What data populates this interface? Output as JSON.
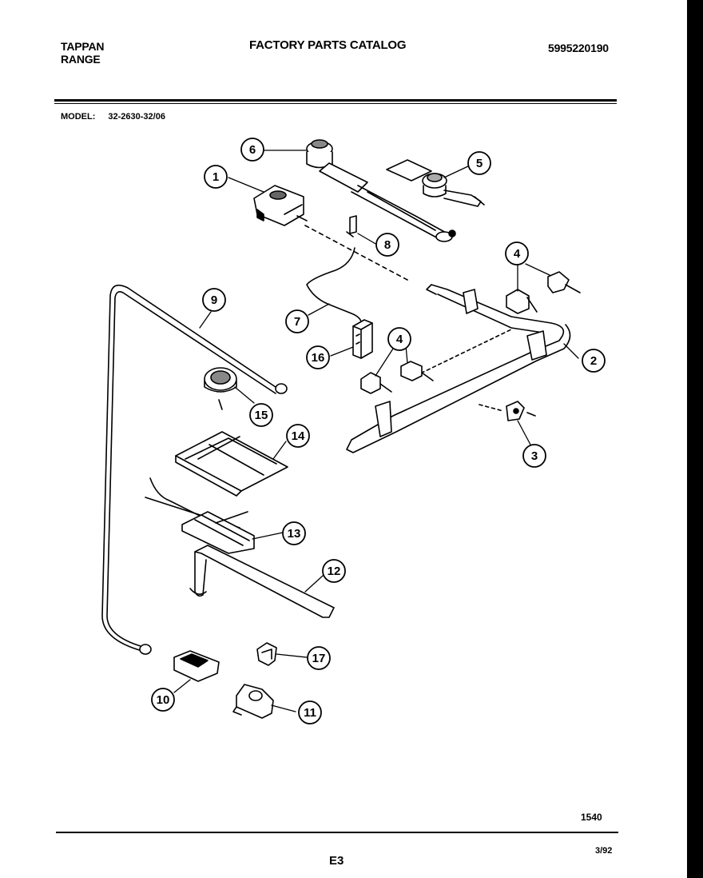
{
  "header": {
    "brand_line1": "TAPPAN",
    "brand_line2": "RANGE",
    "title": "FACTORY PARTS CATALOG",
    "catalog_number": "5995220190"
  },
  "model": {
    "label": "MODEL:",
    "value": "32-2630-32/06"
  },
  "footer": {
    "figure_number": "1540",
    "page": "E3",
    "date": "3/92"
  },
  "callouts": [
    {
      "id": "c1",
      "label": "1"
    },
    {
      "id": "c2",
      "label": "2"
    },
    {
      "id": "c3",
      "label": "3"
    },
    {
      "id": "c4a",
      "label": "4"
    },
    {
      "id": "c4b",
      "label": "4"
    },
    {
      "id": "c5",
      "label": "5"
    },
    {
      "id": "c6",
      "label": "6"
    },
    {
      "id": "c7",
      "label": "7"
    },
    {
      "id": "c8",
      "label": "8"
    },
    {
      "id": "c9",
      "label": "9"
    },
    {
      "id": "c10",
      "label": "10"
    },
    {
      "id": "c11",
      "label": "11"
    },
    {
      "id": "c12",
      "label": "12"
    },
    {
      "id": "c13",
      "label": "13"
    },
    {
      "id": "c14",
      "label": "14"
    },
    {
      "id": "c15",
      "label": "15"
    },
    {
      "id": "c16",
      "label": "16"
    },
    {
      "id": "c17",
      "label": "17"
    }
  ]
}
